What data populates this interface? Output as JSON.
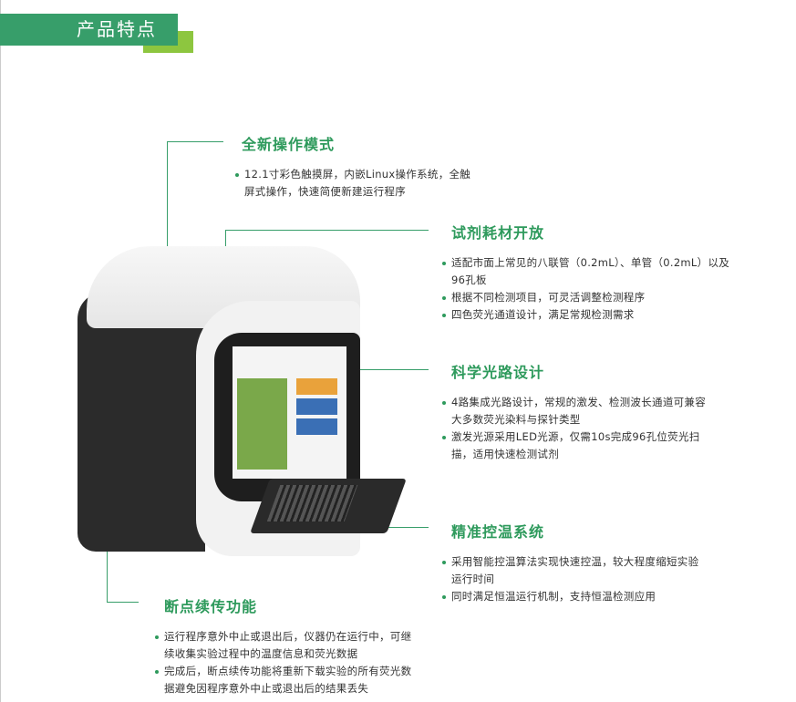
{
  "header": {
    "title": "产品特点"
  },
  "features": [
    {
      "title": "全新操作模式",
      "bullets": [
        "12.1寸彩色触摸屏，内嵌Linux操作系统，全触屏式操作，快速简便新建运行程序"
      ]
    },
    {
      "title": "试剂耗材开放",
      "bullets": [
        "适配市面上常见的八联管（0.2mL）、单管（0.2mL）以及96孔板",
        "根据不同检测项目，可灵活调整检测程序",
        "四色荧光通道设计，满足常规检测需求"
      ]
    },
    {
      "title": "科学光路设计",
      "bullets": [
        "4路集成光路设计，常规的激发、检测波长通道可兼容大多数荧光染料与探针类型",
        "激发光源采用LED光源，仅需10s完成96孔位荧光扫描，适用快速检测试剂"
      ]
    },
    {
      "title": "精准控温系统",
      "bullets": [
        "采用智能控温算法实现快速控温，较大程度缩短实验运行时间",
        "同时满足恒温运行机制，支持恒温检测应用"
      ]
    },
    {
      "title": "断点续传功能",
      "bullets": [
        "运行程序意外中止或退出后，仪器仍在运行中，可继续收集实验过程中的温度信息和荧光数据",
        "完成后，断点续传功能将重新下载实验的所有荧光数据避免因程序意外中止或退出后的结果丢失"
      ]
    }
  ],
  "colors": {
    "green": "#379e6a",
    "lime": "#8dc63f"
  }
}
